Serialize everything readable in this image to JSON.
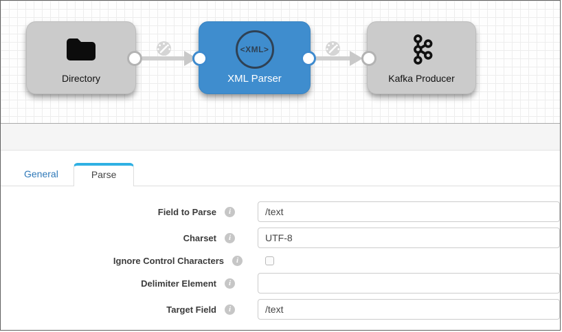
{
  "canvas": {
    "stages": [
      {
        "label": "Directory",
        "icon": "folder-icon",
        "role": "origin",
        "color": "#cbcbcb",
        "selected": false
      },
      {
        "label": "XML Parser",
        "icon": "xml-icon",
        "role": "processor",
        "color": "#3f8dce",
        "selected": true
      },
      {
        "label": "Kafka Producer",
        "icon": "kafka-icon",
        "role": "destination",
        "color": "#cbcbcb",
        "selected": false
      }
    ],
    "xml_icon_text": "<XML>",
    "links": [
      {
        "from": "Directory",
        "to": "XML Parser",
        "icon": "gauge-icon"
      },
      {
        "from": "XML Parser",
        "to": "Kafka Producer",
        "icon": "gauge-icon"
      }
    ]
  },
  "config_panel": {
    "tabs": [
      {
        "label": "General",
        "active": false
      },
      {
        "label": "Parse",
        "active": true
      }
    ],
    "fields": [
      {
        "label": "Field to Parse",
        "type": "text",
        "value": "/text"
      },
      {
        "label": "Charset",
        "type": "text",
        "value": "UTF-8"
      },
      {
        "label": "Ignore Control Characters",
        "type": "checkbox",
        "checked": false
      },
      {
        "label": "Delimiter Element",
        "type": "text",
        "value": ""
      },
      {
        "label": "Target Field",
        "type": "text",
        "value": "/text"
      }
    ]
  },
  "colors": {
    "stage_gray": "#cbcbcb",
    "stage_selected_blue": "#3f8dce",
    "tab_accent": "#2fb0e3",
    "link_text_blue": "#2e78b8",
    "connector_gray": "#cfcfcf"
  }
}
